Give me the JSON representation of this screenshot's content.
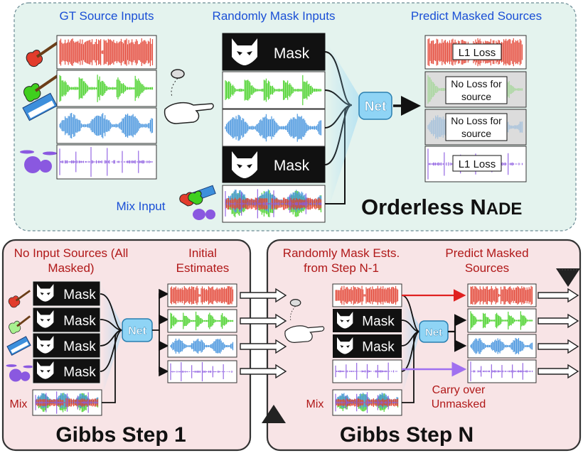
{
  "top_panel": {
    "headers": {
      "gt": "GT Source Inputs",
      "mask": "Randomly Mask Inputs",
      "predict": "Predict Masked Sources"
    },
    "mask_label": "Mask",
    "net_label": "Net",
    "loss_labels": [
      "L1 Loss",
      "No Loss for source",
      "No Loss for source",
      "L1 Loss"
    ],
    "mix_input": "Mix Input",
    "title_main": "Orderless N",
    "title_smallcaps": "ADE"
  },
  "gibbs1": {
    "header_left": "No Input Sources (All Masked)",
    "header_right": "Initial Estimates",
    "mask_label": "Mask",
    "net_label": "Net",
    "mix_label": "Mix",
    "title": "Gibbs Step 1"
  },
  "gibbsN": {
    "header_left": "Randomly Mask Ests. from Step N-1",
    "header_right": "Predict Masked Sources",
    "mask_label": "Mask",
    "net_label": "Net",
    "mix_label": "Mix",
    "carry_label": "Carry over Unmasked",
    "title": "Gibbs Step N"
  },
  "colors": {
    "guitar": "#e23c2c",
    "acoustic": "#3fcf1e",
    "keys": "#3d8fdc",
    "drums": "#8a58e0",
    "top_bg": "#e4f3ee",
    "bottom_bg": "#f8e4e6",
    "net_fill": "#8fd4f5",
    "carry_arrow": "#a070f0",
    "red_arrow": "#e02020"
  },
  "icons": [
    "electric-guitar-icon",
    "acoustic-guitar-icon",
    "keyboard-icon",
    "drumkit-icon",
    "flicked-coin-hand-icon",
    "batman-mask-icon",
    "spinning-top-icon"
  ]
}
